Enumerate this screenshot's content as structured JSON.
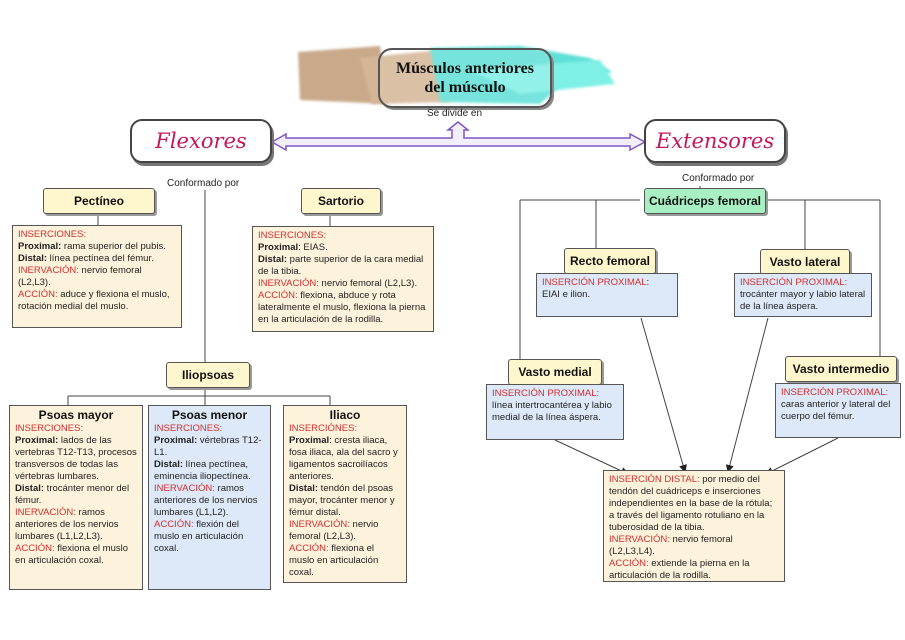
{
  "title": {
    "line1": "Músculos anteriores",
    "line2": "del músculo"
  },
  "divide_label": "Se divide en",
  "flexores": {
    "label": "Flexores",
    "conformado": "Conformado por"
  },
  "extensores": {
    "label": "Extensores",
    "conformado": "Conformado por"
  },
  "pectineo": {
    "label": "Pectíneo",
    "inserciones": "INSERCIONES:",
    "proximal_k": "Proximal:",
    "proximal_v": " rama superior del pubis.",
    "distal_k": "Distal:",
    "distal_v": " línea pectínea del fémur.",
    "inervacion_k": "INERVACIÓN:",
    "inervacion_v": " nervio femoral (L2,L3).",
    "accion_k": "ACCIÓN:",
    "accion_v": " aduce y flexiona el muslo, rotación medial del muslo."
  },
  "sartorio": {
    "label": "Sartorio",
    "inserciones": "INSERCIONES:",
    "proximal_k": "Proximal",
    "proximal_v": ": EIAS.",
    "distal_k": "Distal:",
    "distal_v": " parte superior de la cara medial de la tibia.",
    "inervacion_k": "INERVACIÓN:",
    "inervacion_v": " nervio femoral (L2,L3).",
    "accion_k": "ACCIÓN:",
    "accion_v": " flexiona, abduce y rota lateralmente el muslo, flexiona la pierna en la articulación de la rodilla."
  },
  "iliopsoas": {
    "label": "Iliopsoas"
  },
  "psoas_mayor": {
    "label": "Psoas mayor",
    "inserciones": "INSERCIONES:",
    "proximal_k": "Proximal:",
    "proximal_v": "  lados de las vertebras T12-T13, procesos transversos de todas las vértebras lumbares.",
    "distal_k": "Distal:",
    "distal_v": " trocánter menor del fémur.",
    "inervacion_k": "INERVACIÓN:",
    "inervacion_v": " ramos anteriores de los nervios lumbares (L1,L2,L3).",
    "accion_k": "ACCIÓN:",
    "accion_v": " flexiona el muslo en articulación coxal."
  },
  "psoas_menor": {
    "label": "Psoas menor",
    "inserciones": "INSERCIONES:",
    "proximal_k": "Proximal:",
    "proximal_v": " vértebras T12-L1.",
    "distal_k": "Distal:",
    "distal_v": " línea pectínea, eminencia iliopectínea.",
    "inervacion_k": "INERVACIÓN:",
    "inervacion_v": " ramos anteriores de los nervios lumbares (L1,L2).",
    "accion_k": "ACCIÓN:",
    "accion_v": " flexión del muslo en articulación coxal."
  },
  "iliaco": {
    "label": "Iliaco",
    "inserciones": "INSERCIÓNES:",
    "proximal_k": "Proximal",
    "proximal_v": ": cresta iliaca, fosa iliaca, ala del sacro y ligamentos sacroilíacos anteriores.",
    "distal_k": "Distal:",
    "distal_v": " tendón del psoas mayor, trocánter menor y fémur distal.",
    "inervacion_k": "INERVACIÓN:",
    "inervacion_v": " nervio femoral (L2,L3).",
    "accion_k": "ACCIÓN:",
    "accion_v": " flexiona el muslo en articulación coxal."
  },
  "cuadriceps": {
    "label": "Cuádriceps femoral"
  },
  "recto_femoral": {
    "label": "Recto femoral",
    "ins_k": "INSERCIÓN PROXIMAL",
    "ins_v": ":",
    "ins_text": "EIAI e ilion."
  },
  "vasto_lateral": {
    "label": "Vasto lateral",
    "ins_k": "INSERCIÓN PROXIMAL:",
    "ins_text": "trocánter mayor y labio lateral de la línea áspera."
  },
  "vasto_medial": {
    "label": "Vasto medial",
    "ins_k": "INSERCIÓN PROXIMAL:",
    "ins_text": "línea intertrocantérea y labio medial de la línea áspera."
  },
  "vasto_intermedio": {
    "label": "Vasto intermedio",
    "ins_k": "INSERCIÓN PROXIMAL:",
    "ins_text": "caras anterior y lateral del cuerpo del fémur."
  },
  "insercion_distal": {
    "ins_k": "INSERCIÓN DISTAL:",
    "ins_v": " por medio del tendón del cuádriceps e inserciones independientes en la base de la rótula; a través del ligamento rotuliano en la tuberosidad de la tibia.",
    "inervacion_k": "INERVACIÓN:",
    "inervacion_v": " nervio femoral (L2,L3,L4).",
    "accion_k": "ACCIÓN:",
    "accion_v": " extiende la pierna en la articulación de la rodilla."
  },
  "colors": {
    "accent": "#c2185b",
    "red_text": "#d32f2f",
    "label_yellow": "#fef7cd",
    "box_yellow": "#fdf3dc",
    "box_blue": "#dde9f8",
    "green": "#a8f0c4",
    "arrow_purple": "#7e57c2"
  }
}
